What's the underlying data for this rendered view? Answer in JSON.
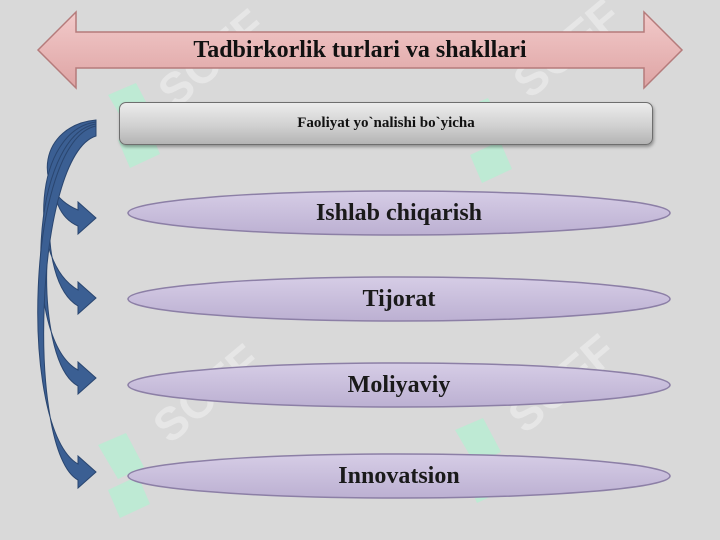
{
  "title": "Tadbirkorlik turlari va shakllari",
  "subtitle": "Faoliyat yo`nalishi bo`yicha",
  "items": [
    {
      "label": "Ishlab chiqarish"
    },
    {
      "label": "Tijorat"
    },
    {
      "label": "Moliyaviy"
    },
    {
      "label": "Innovatsion"
    }
  ],
  "watermark_text": "SOFF",
  "colors": {
    "background": "#d9d9d9",
    "title_arrow_fill": "#e8b4b4",
    "title_arrow_stroke": "#b57b7b",
    "oval_fill": "#c9bedb",
    "oval_stroke": "#8c7fa6",
    "connector_arrow": "#3b5f93",
    "watermark": "#b9ecd2"
  }
}
